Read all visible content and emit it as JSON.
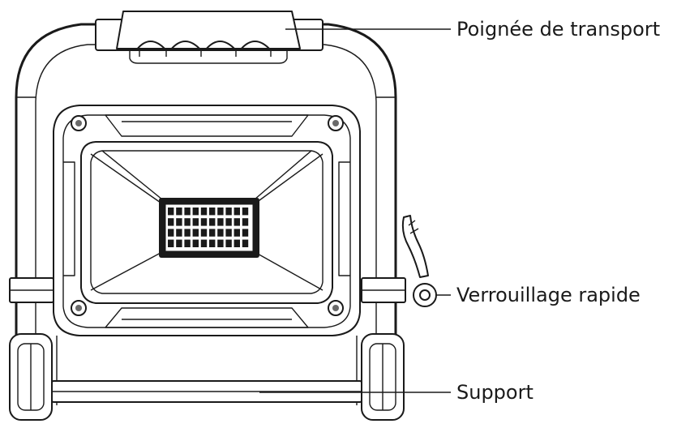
{
  "labels": {
    "handle": "Poignée de transport",
    "lock": "Verrouillage rapide",
    "stand": "Support"
  },
  "colors": {
    "line": "#1a1a1a",
    "background": "#ffffff"
  }
}
